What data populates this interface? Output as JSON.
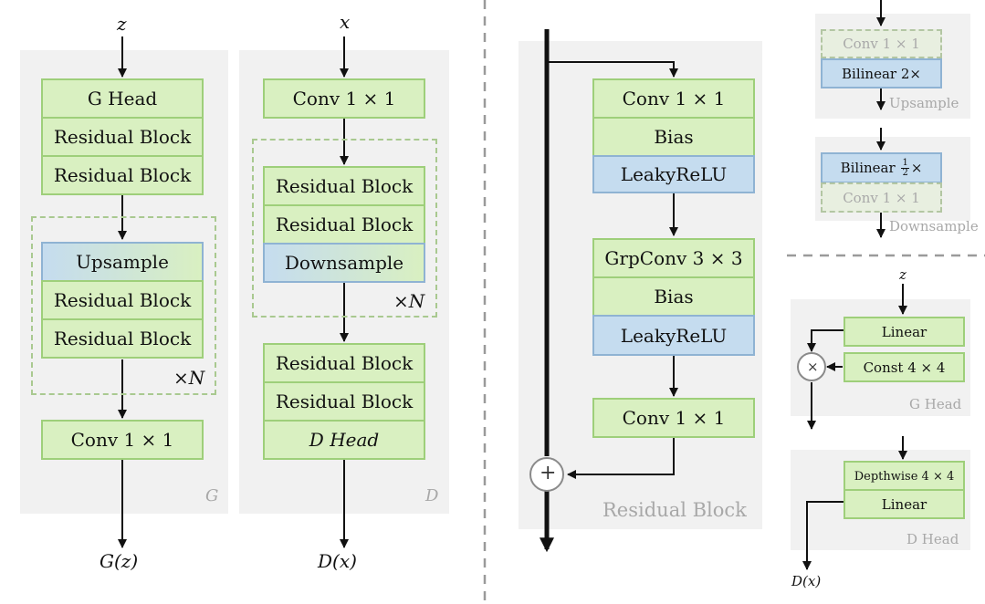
{
  "left": {
    "g": {
      "input": "z",
      "output": "G(z)",
      "panel_label": "G",
      "head": "G Head",
      "res_top": [
        "Residual Block",
        "Residual Block"
      ],
      "upsample": "Upsample",
      "res_mid": [
        "Residual Block",
        "Residual Block"
      ],
      "repeat": "×N",
      "conv": "Conv 1 × 1"
    },
    "d": {
      "input": "x",
      "output": "D(x)",
      "panel_label": "D",
      "conv": "Conv 1 × 1",
      "res_mid": [
        "Residual Block",
        "Residual Block"
      ],
      "downsample": "Downsample",
      "repeat": "×N",
      "res_bot": [
        "Residual Block",
        "Residual Block"
      ],
      "head": "D Head"
    }
  },
  "residual": {
    "panel_label": "Residual Block",
    "blocks": [
      "Conv 1 × 1",
      "Bias",
      "LeakyReLU",
      "GrpConv 3 × 3",
      "Bias",
      "LeakyReLU",
      "Conv 1 × 1"
    ],
    "sum_symbol": "+"
  },
  "upsample": {
    "conv": "Conv 1 × 1",
    "bilinear": "Bilinear 2×",
    "label": "Upsample"
  },
  "downsample": {
    "bilinear_prefix": "Bilinear ",
    "fraction_num": "1",
    "fraction_den": "2",
    "bilinear_suffix": "×",
    "conv": "Conv 1 × 1",
    "label": "Downsample"
  },
  "g_head": {
    "input": "z",
    "linear": "Linear",
    "const": "Const 4 × 4",
    "mult_symbol": "×",
    "label": "G Head"
  },
  "d_head": {
    "depthwise": "Depthwise 4 × 4",
    "linear": "Linear",
    "output": "D(x)",
    "label": "D Head"
  },
  "colors": {
    "green_fill": "#d9f0c1",
    "green_border": "#9ecf7a",
    "blue_fill": "#c5dcef",
    "blue_border": "#8fb3d3",
    "panel": "#f1f1f1",
    "divider": "#9a9a9a"
  }
}
